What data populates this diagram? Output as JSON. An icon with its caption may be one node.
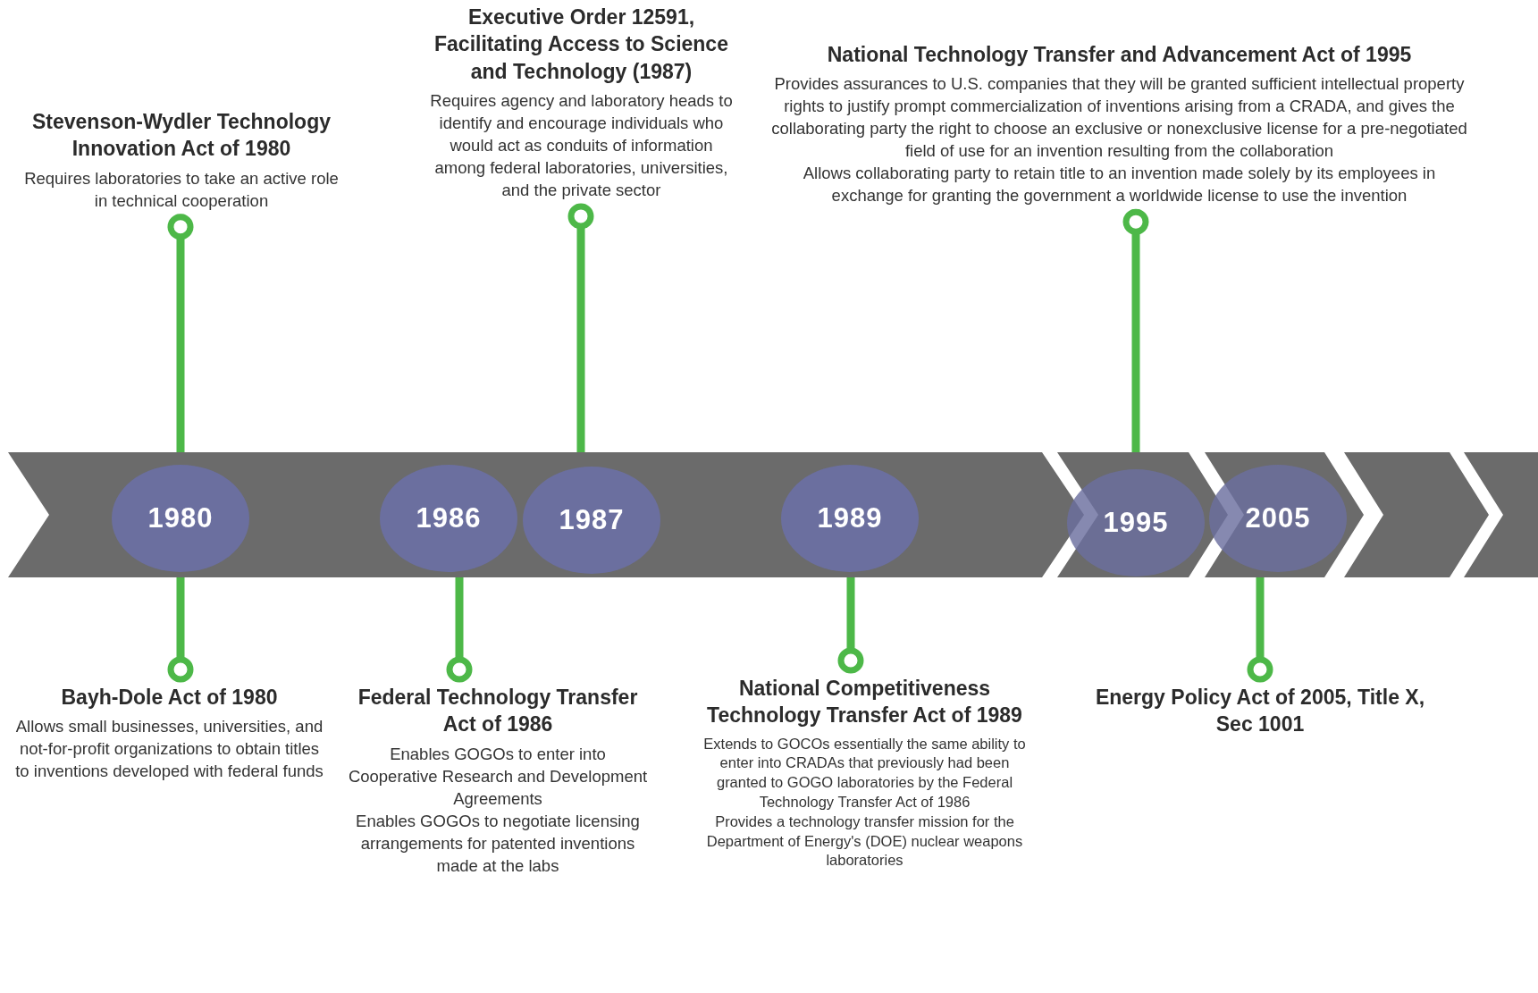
{
  "diagram": {
    "nodes": [
      {
        "text": [
          "Stevenson-Wydler Technology Innovation Act of 1980",
          "Requires laboratories to take an active role in technical cooperation"
        ]
      },
      {
        "text": [
          "Executive Order 12591, Facilitating Access to Science and Technology (1987)",
          "Requires agency and laboratory heads to identify and encourage individuals who would act as conduits of information among federal laboratories, universities, and the private sector"
        ]
      },
      {
        "text": [
          "National Technology Transfer and Advancement Act of 1995",
          "Provides assurances to U.S. companies that they will be granted sufficient intellectual property rights to justify prompt commercialization of inventions arising from a CRADA, and gives the collaborating party the right to choose an exclusive or nonexclusive license for a pre-negotiated field of use for an invention resulting from the collaboration",
          "Allows collaborating party to retain title to an invention made solely by its employees in exchange for granting the government a worldwide license to use the invention"
        ]
      },
      {
        "text": [
          "1980"
        ]
      },
      {
        "text": [
          "1986"
        ]
      },
      {
        "text": [
          "1987"
        ]
      },
      {
        "text": [
          "1989"
        ]
      },
      {
        "text": [
          "1995"
        ]
      },
      {
        "text": [
          "2005"
        ]
      },
      {
        "text": [
          "Bayh-Dole Act of 1980",
          "Allows small businesses, universities, and not-for-profit organizations to obtain titles to inventions developed with federal funds"
        ]
      },
      {
        "text": [
          "Federal Technology Transfer Act of 1986",
          "Enables GOGOs to enter into Cooperative Research and Development Agreements",
          "Enables GOGOs to negotiate licensing arrangements for patented inventions made at the labs"
        ]
      },
      {
        "text": [
          "National Competitiveness Technology Transfer Act of 1989",
          "Extends to GOCOs essentially the same ability to enter into CRADAs that previously had been granted to GOGO laboratories by the Federal Technology Transfer Act of 1986",
          "Provides a technology transfer mission for the Department of Energy's (DOE) nuclear weapons laboratories"
        ]
      },
      {
        "text": [
          "Energy Policy Act of 2005, Title X, Sec 1001"
        ]
      }
    ],
    "edges": [
      {
        "from": 3,
        "to": 0,
        "arrow": "other"
      },
      {
        "from": 5,
        "to": 1,
        "arrow": "other"
      },
      {
        "from": 7,
        "to": 2,
        "arrow": "other"
      },
      {
        "from": 3,
        "to": 9,
        "arrow": "other"
      },
      {
        "from": 4,
        "to": 10,
        "arrow": "other"
      },
      {
        "from": 6,
        "to": 11,
        "arrow": "other"
      },
      {
        "from": 8,
        "to": 12,
        "arrow": "other"
      }
    ]
  }
}
